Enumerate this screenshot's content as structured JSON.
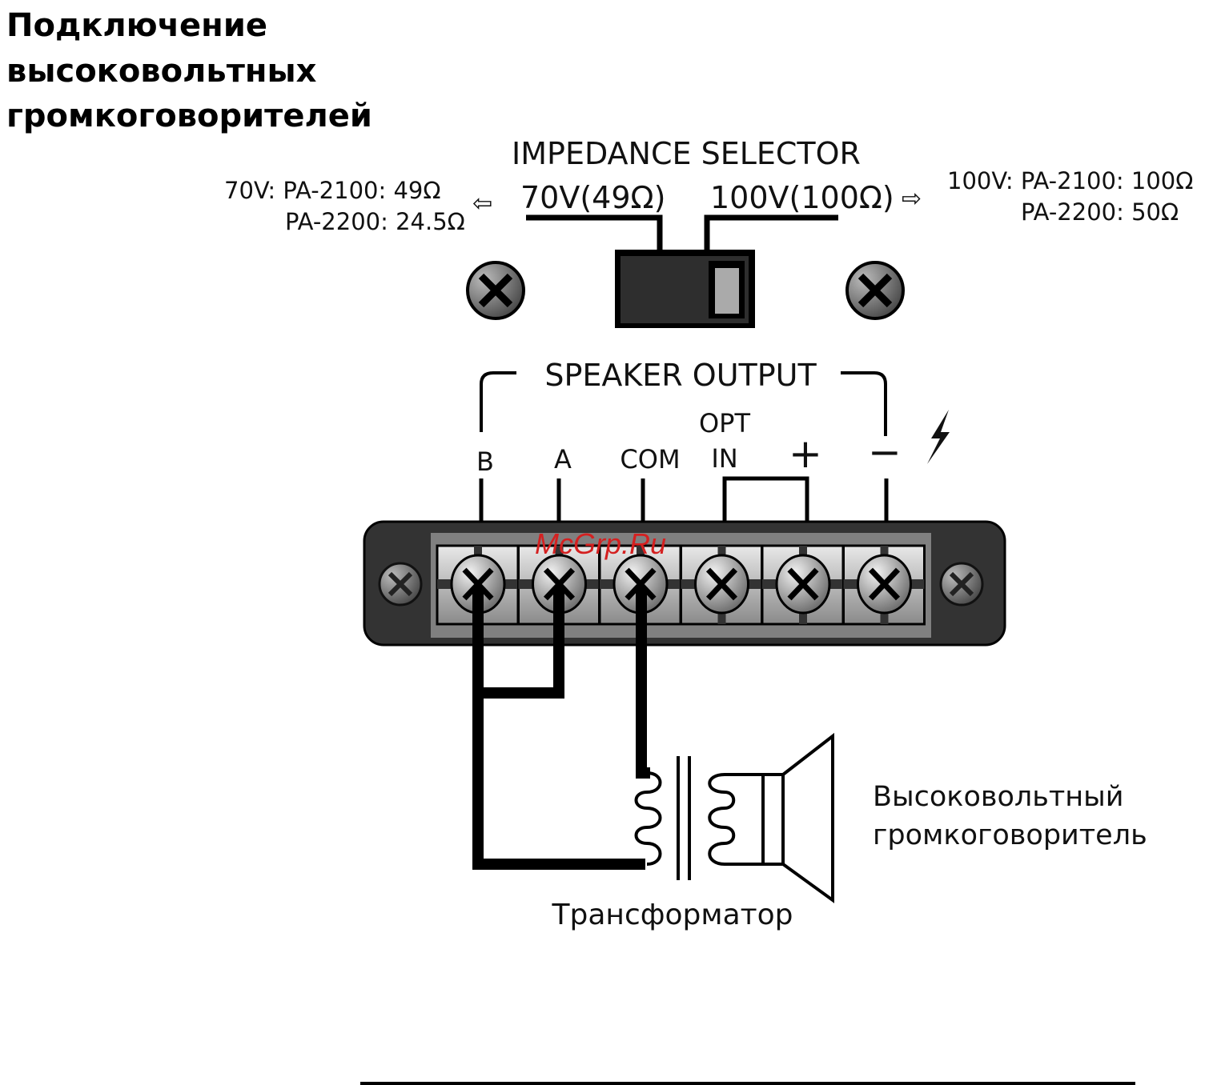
{
  "title": [
    "Подключение",
    "высоковольтных",
    "громкоговорителей"
  ],
  "impedance_selector": {
    "heading": "IMPEDANCE SELECTOR",
    "left_option": "70V(49Ω)",
    "right_option": "100V(100Ω)",
    "left_note": [
      "70V: PA-2100: 49Ω",
      "PA-2200: 24.5Ω"
    ],
    "right_note": [
      "100V: PA-2100: 100Ω",
      "PA-2200: 50Ω"
    ],
    "left_arrow": "⇦",
    "right_arrow": "⇨"
  },
  "speaker_output": {
    "heading": "SPEAKER OUTPUT",
    "terminals": [
      "B",
      "A",
      "COM",
      "OPT",
      "IN",
      "+",
      "−"
    ]
  },
  "labels": {
    "speaker": [
      "Высоковольтный",
      "громкоговоритель"
    ],
    "transformer": "Трансформатор"
  },
  "watermark": "McGrp.Ru",
  "colors": {
    "watermark": "#d42020",
    "block": "#333333",
    "block_inner": "#808080"
  }
}
